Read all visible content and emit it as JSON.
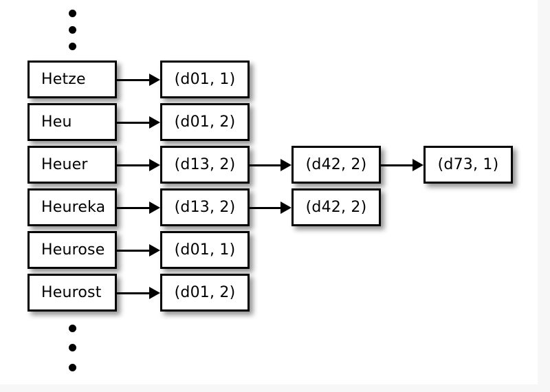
{
  "diagram": {
    "title": "Inverted index / posting list diagram",
    "background_color": "#ffffff",
    "stroke_color": "#000000",
    "edge_band_color": "#f7f7f7",
    "top_ellipsis": [
      "dot",
      "dot",
      "dot"
    ],
    "bottom_ellipsis": [
      "dot",
      "dot",
      "dot"
    ],
    "terms": [
      {
        "label": "Hetze"
      },
      {
        "label": "Heu"
      },
      {
        "label": "Heuer"
      },
      {
        "label": "Heureka"
      },
      {
        "label": "Heurose"
      },
      {
        "label": "Heurost"
      }
    ],
    "postings_col1": [
      {
        "label": "(d01, 1)"
      },
      {
        "label": "(d01, 2)"
      },
      {
        "label": "(d13, 2)"
      },
      {
        "label": "(d13, 2)"
      },
      {
        "label": "(d01, 1)"
      },
      {
        "label": "(d01, 2)"
      }
    ],
    "postings_col2": [
      {
        "label": "(d42, 2)"
      },
      {
        "label": "(d42, 2)"
      }
    ],
    "postings_col3": [
      {
        "label": "(d73, 1)"
      }
    ],
    "arrows": {
      "term_to_posting_count": 6,
      "posting1_to_posting2_count": 2,
      "posting2_to_posting3_count": 1
    }
  }
}
